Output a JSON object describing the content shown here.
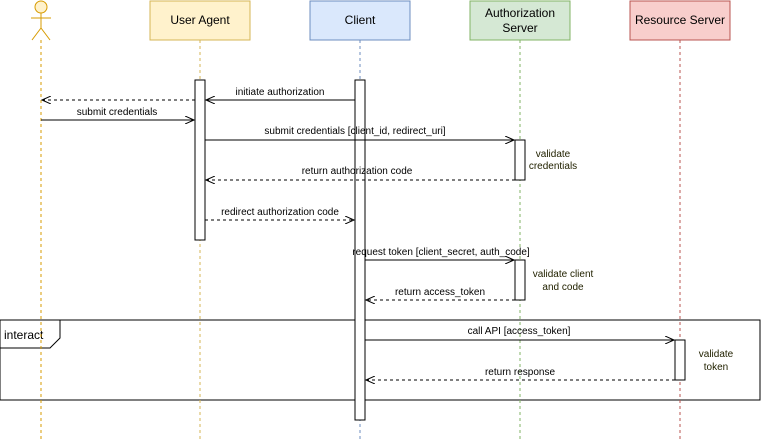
{
  "participants": {
    "user": {
      "label": ""
    },
    "user_agent": {
      "label": "User Agent"
    },
    "client": {
      "label": "Client"
    },
    "auth_server": {
      "label_line1": "Authorization",
      "label_line2": "Server"
    },
    "resource_server": {
      "label": "Resource Server"
    }
  },
  "messages": {
    "initiate_authorization": "initiate authorization",
    "submit_credentials": "submit credentials",
    "submit_credentials_params": "submit credentials [client_id, redirect_uri]",
    "return_authorization_code": "return authorization code",
    "redirect_authorization_code": "redirect authorization code",
    "request_token": "request token [client_secret, auth_code]",
    "return_access_token": "return access_token",
    "call_api": "call API [access_token]",
    "return_response": "return response"
  },
  "notes": {
    "validate_credentials_1": "validate",
    "validate_credentials_2": "credentials",
    "validate_client_1": "validate client",
    "validate_client_2": "and code",
    "validate_token_1": "validate",
    "validate_token_2": "token"
  },
  "fragment": {
    "label": "interact"
  },
  "colors": {
    "user_agent_fill": "#fff2cc",
    "user_agent_stroke": "#d6b656",
    "client_fill": "#dae8fc",
    "client_stroke": "#6c8ebf",
    "auth_fill": "#d5e8d4",
    "auth_stroke": "#82b366",
    "resource_fill": "#f8cecc",
    "resource_stroke": "#b85450",
    "lifeline_user": "#d79b00",
    "lifeline_agent": "#d6b656",
    "lifeline_client": "#6c8ebf",
    "lifeline_auth": "#82b366",
    "lifeline_resource": "#b85450"
  }
}
